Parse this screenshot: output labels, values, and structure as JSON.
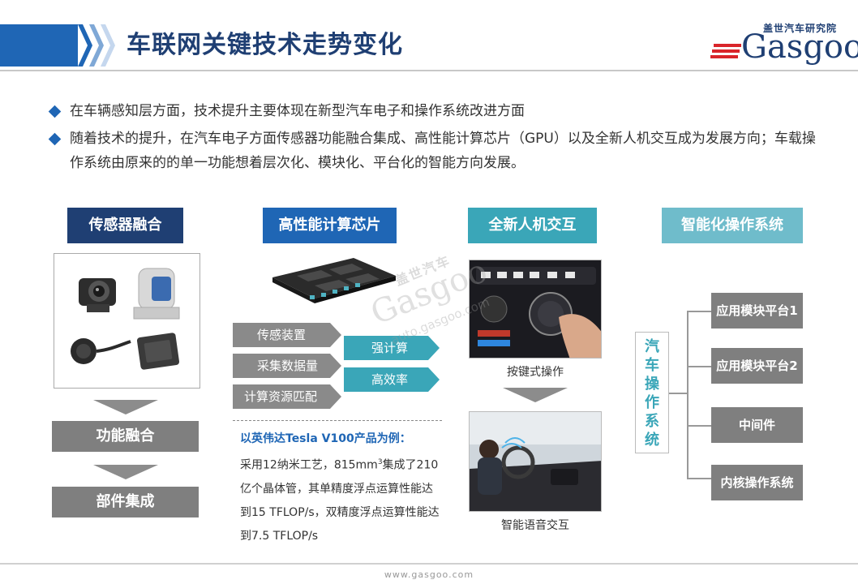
{
  "header": {
    "title": "车联网关键技术走势变化"
  },
  "logo": {
    "chinese": "盖世汽车研究院",
    "wordmark": "Gasgoo"
  },
  "bullets": [
    "在车辆感知层方面，技术提升主要体现在新型汽车电子和操作系统改进方面",
    "随着技术的提升，在汽车电子方面传感器功能融合集成、高性能计算芯片（GPU）以及全新人机交互成为发展方向；车载操作系统由原来的的单一功能想着层次化、模块化、平台化的智能方向发展。"
  ],
  "columns": {
    "sensor": {
      "title": "传感器融合",
      "step1": "功能融合",
      "step2": "部件集成"
    },
    "chip": {
      "title": "高性能计算芯片",
      "inputs": [
        "传感装置",
        "采集数据量",
        "计算资源匹配"
      ],
      "outputs": [
        "强计算",
        "高效率"
      ],
      "example_title": "以英伟达Tesla V100产品为例：",
      "example_line1": "采用12纳米工艺，815mm",
      "example_sup": "3",
      "example_line1_end": "集成",
      "example_rest": "了210亿个晶体管，其单精度浮点运算性能达到15 TFLOP/s，双精度浮点运算性能达到7.5 TFLOP/s"
    },
    "hmi": {
      "title": "全新人机交互",
      "caption1": "按键式操作",
      "caption2": "智能语音交互"
    },
    "os": {
      "title": "智能化操作系统",
      "vertical_label": "汽车操作系统",
      "items": [
        "应用模块平台1",
        "应用模块平台2",
        "中间件",
        "内核操作系统"
      ]
    }
  },
  "watermark": {
    "chinese": "盖世汽车",
    "wordmark": "Gasgoo",
    "url": "auto.gasgoo.com"
  },
  "footer": {
    "url": "www.gasgoo.com"
  },
  "colors": {
    "primary_blue": "#1f66b5",
    "dark_navy": "#1f3f73",
    "teal": "#3aa6b8",
    "light_teal": "#6fbccb",
    "gray": "#7f7f7f",
    "logo_red": "#d9252a"
  }
}
